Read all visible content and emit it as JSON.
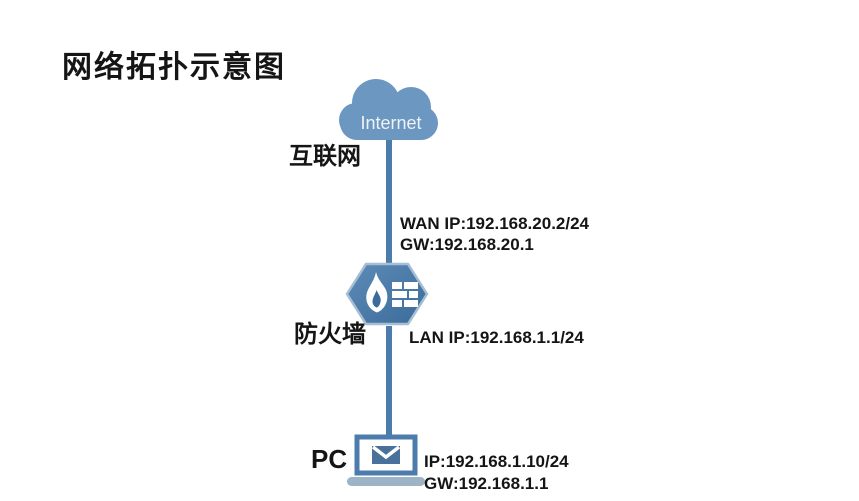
{
  "title": "网络拓扑示意图",
  "nodes": {
    "internet": {
      "device": "Internet",
      "label": "互联网"
    },
    "firewall": {
      "label": "防火墙"
    },
    "pc": {
      "label": "PC"
    }
  },
  "annotations": {
    "wan": {
      "line1": "WAN IP:192.168.20.2/24",
      "line2": "GW:192.168.20.1"
    },
    "lan": {
      "line1": "LAN IP:192.168.1.1/24"
    },
    "pc": {
      "line1": "IP:192.168.1.10/24",
      "line2": "GW:192.168.1.1"
    }
  },
  "colors": {
    "cloud": "#6b97c1",
    "cloud_text": "#eef3f8",
    "link": "#4c7cab",
    "firewall_light": "#5e8cb8",
    "firewall_dark": "#3b6b9a",
    "firewall_stroke": "#a6bed4",
    "laptop": "#4c7cab",
    "laptop_base": "#9db3c6",
    "envelope": "#49719a",
    "text": "#151515"
  }
}
